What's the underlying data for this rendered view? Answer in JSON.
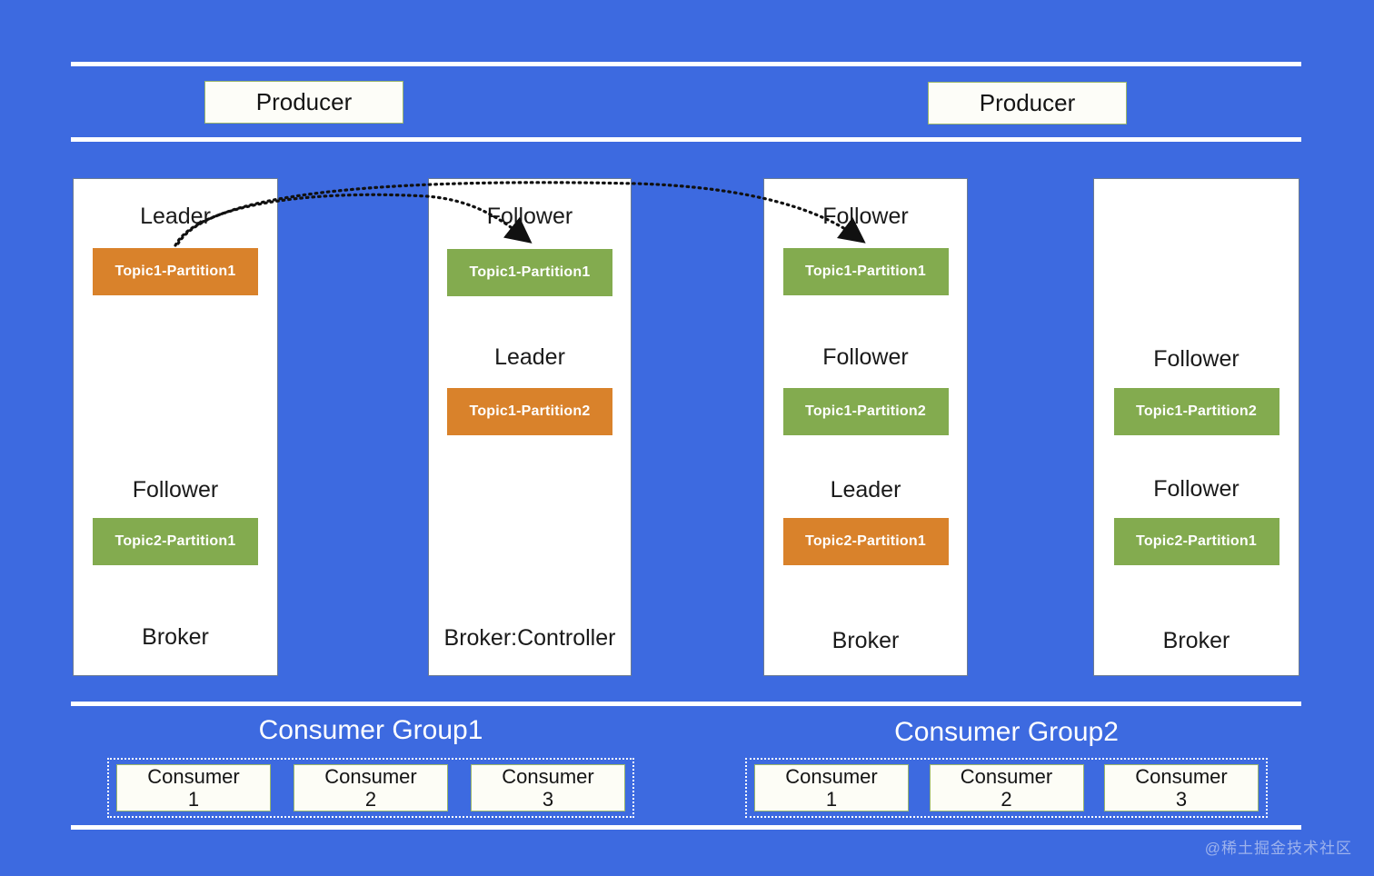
{
  "background_color": "#3d6ae0",
  "colors": {
    "leader_partition": "#d9822b",
    "follower_partition": "#83ab4f",
    "rule": "#ffffff",
    "broker_box": "#ffffff",
    "producer_border": "#9ab66a"
  },
  "producers": [
    {
      "label": "Producer"
    },
    {
      "label": "Producer"
    }
  ],
  "brokers": [
    {
      "name": "Broker",
      "entries": [
        {
          "role": "Leader",
          "partition": "Topic1-Partition1",
          "kind": "leader"
        },
        {
          "role": "Follower",
          "partition": "Topic2-Partition1",
          "kind": "follower"
        }
      ]
    },
    {
      "name": "Broker:Controller",
      "entries": [
        {
          "role": "Follower",
          "partition": "Topic1-Partition1",
          "kind": "follower"
        },
        {
          "role": "Leader",
          "partition": "Topic1-Partition2",
          "kind": "leader"
        }
      ]
    },
    {
      "name": "Broker",
      "entries": [
        {
          "role": "Follower",
          "partition": "Topic1-Partition1",
          "kind": "follower"
        },
        {
          "role": "Follower",
          "partition": "Topic1-Partition2",
          "kind": "follower"
        },
        {
          "role": "Leader",
          "partition": "Topic2-Partition1",
          "kind": "leader"
        }
      ]
    },
    {
      "name": "Broker",
      "entries": [
        {
          "role": "Follower",
          "partition": "Topic1-Partition2",
          "kind": "follower"
        },
        {
          "role": "Follower",
          "partition": "Topic2-Partition1",
          "kind": "follower"
        }
      ]
    }
  ],
  "consumer_groups": [
    {
      "title": "Consumer Group1",
      "consumers": [
        {
          "name": "Consumer",
          "index": "1"
        },
        {
          "name": "Consumer",
          "index": "2"
        },
        {
          "name": "Consumer",
          "index": "3"
        }
      ]
    },
    {
      "title": "Consumer Group2",
      "consumers": [
        {
          "name": "Consumer",
          "index": "1"
        },
        {
          "name": "Consumer",
          "index": "2"
        },
        {
          "name": "Consumer",
          "index": "3"
        }
      ]
    }
  ],
  "watermark": "@稀土掘金技术社区"
}
